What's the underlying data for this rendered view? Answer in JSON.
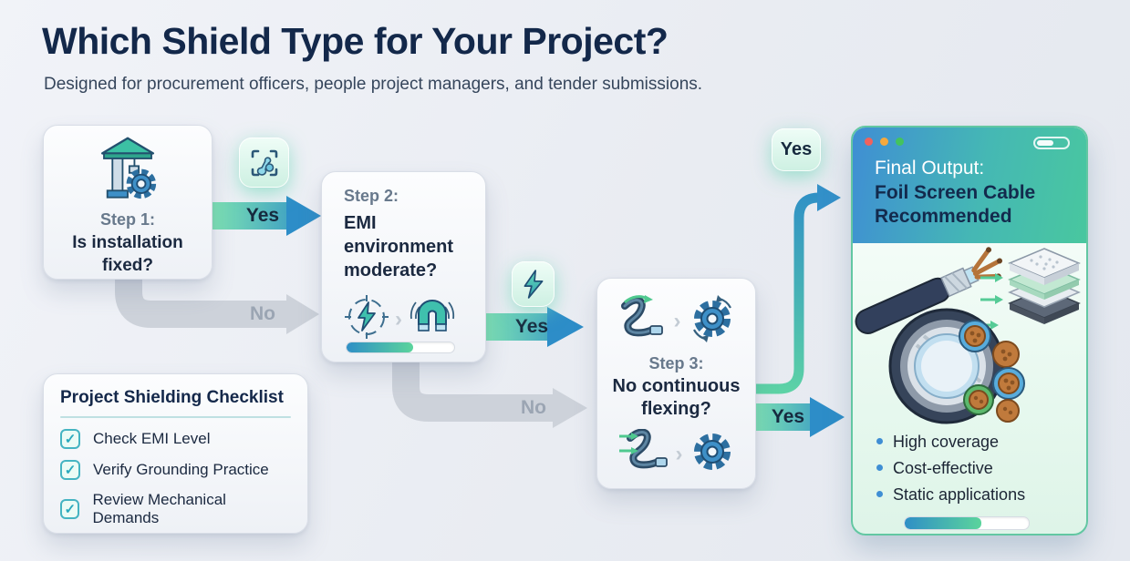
{
  "page": {
    "title": "Which Shield Type for Your Project?",
    "subtitle": "Designed for procurement officers, people project managers, and tender submissions."
  },
  "flow": {
    "step1": {
      "label": "Step 1:",
      "question": "Is installation fixed?",
      "yes": "Yes",
      "no": "No"
    },
    "step2": {
      "label": "Step 2:",
      "question": "EMI environment moderate?",
      "yes": "Yes",
      "no": "No",
      "progress_percent": 62
    },
    "step3": {
      "label": "Step 3:",
      "question": "No continuous flexing?",
      "yes_top": "Yes",
      "yes_right": "Yes"
    }
  },
  "final_panel": {
    "heading_prefix": "Final Output:",
    "heading_main": "Foil Screen Cable Recommended",
    "bullets": [
      "High coverage",
      "Cost-effective",
      "Static applications"
    ],
    "progress_percent": 62
  },
  "checklist": {
    "title": "Project Shielding Checklist",
    "check_glyph": "✓",
    "items": [
      {
        "label": "Check EMI Level",
        "checked": true
      },
      {
        "label": "Verify Grounding Practice",
        "checked": true
      },
      {
        "label": "Review Mechanical Demands",
        "checked": true
      }
    ]
  },
  "icons": {
    "chevron_glyph": "›",
    "step1_icon": "fixed-installation-icon",
    "step1_badge": "scan-frame-tools-icon",
    "step2_icons": [
      "emi-lightning-target-icon",
      "magnet-field-icon"
    ],
    "step2_badge": "lightning-icon",
    "step3_icons": [
      "flex-cable-icon",
      "rotating-gear-icon",
      "flex-cable-arrows-icon",
      "gear-icon"
    ],
    "final_window_dots": [
      "#f0625d",
      "#f5a93c",
      "#43c35e"
    ],
    "final_illustrations": [
      "foil-screen-cable-cutaway",
      "shield-layer-stack",
      "cable-cross-section"
    ]
  },
  "colors": {
    "background": "#e9ecf2",
    "title_navy": "#13284a",
    "yes_gradient_start": "#7de2b3",
    "yes_gradient_end": "#2d8dc8",
    "no_arrow": "#cdd2da",
    "panel_header_gradient_start": "#3f8ed4",
    "panel_header_gradient_end": "#49c79f",
    "progress_gradient_start": "#2f8fc6",
    "progress_gradient_end": "#5bd49c",
    "checkbox_teal": "#45b4c2"
  }
}
